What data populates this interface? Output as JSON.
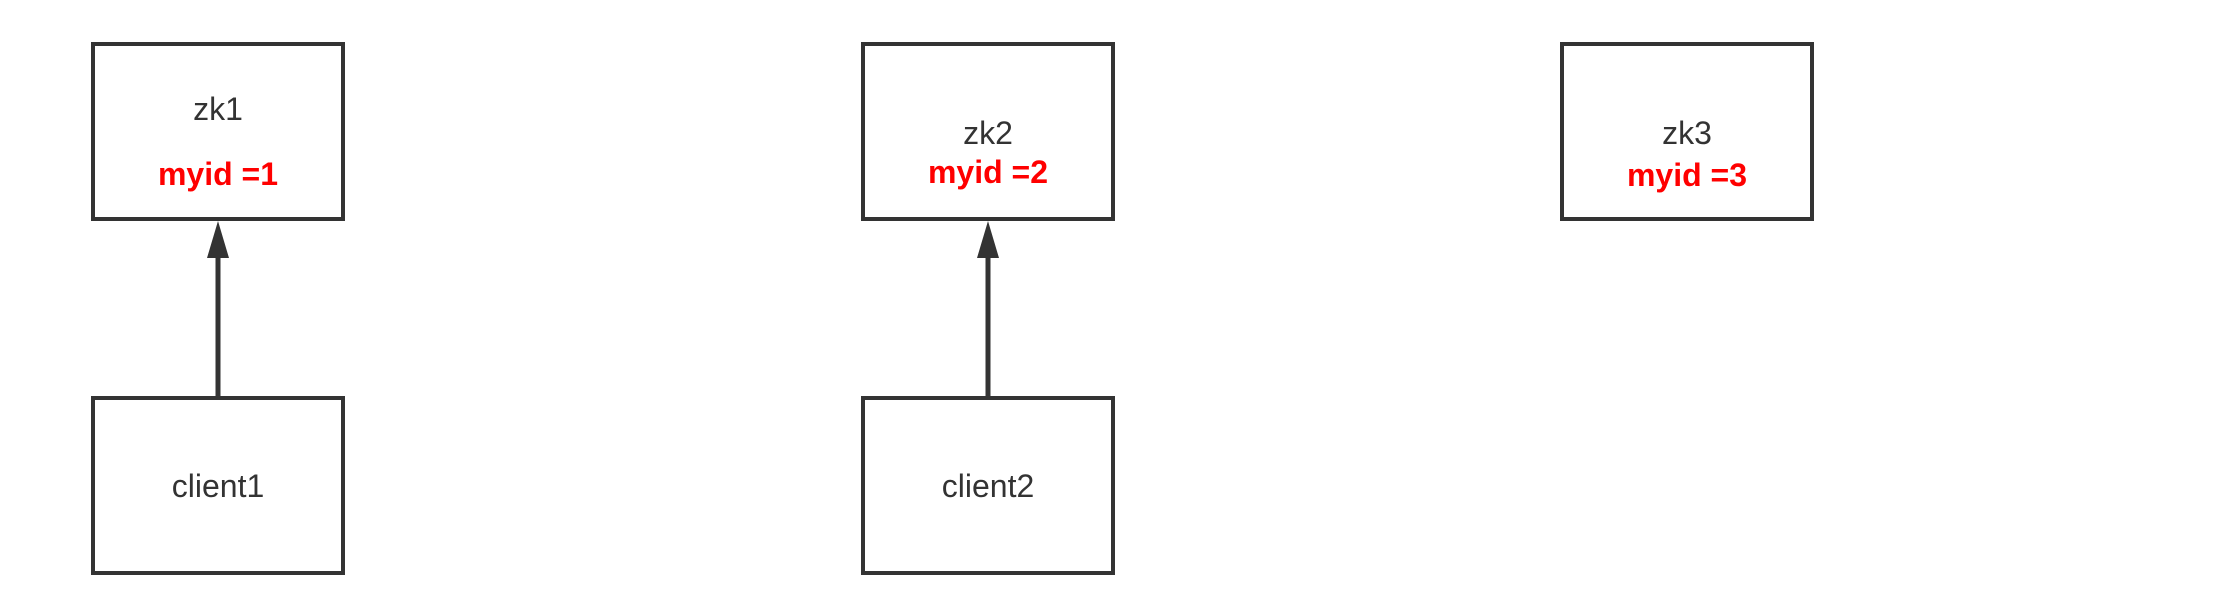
{
  "diagram": {
    "nodes": [
      {
        "id": "zk1",
        "name": "zk1",
        "myid": "myid =1"
      },
      {
        "id": "zk2",
        "name": "zk2",
        "myid": "myid =2"
      },
      {
        "id": "zk3",
        "name": "zk3",
        "myid": "myid =3"
      },
      {
        "id": "client1",
        "name": "client1"
      },
      {
        "id": "client2",
        "name": "client2"
      }
    ],
    "edges": [
      {
        "from": "client1",
        "to": "zk1"
      },
      {
        "from": "client2",
        "to": "zk2"
      }
    ],
    "colors": {
      "box_stroke": "#333333",
      "text": "#333333",
      "myid_text": "#ff0000",
      "arrow": "#333333"
    }
  }
}
